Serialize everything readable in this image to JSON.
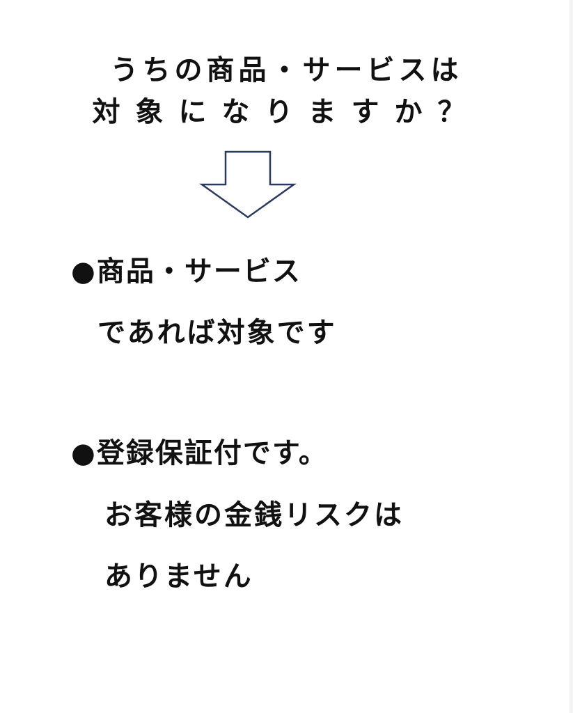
{
  "title": {
    "line1": "うちの商品・サービスは",
    "line2": "対象になりますか？"
  },
  "arrow_icon": "down-arrow-icon",
  "arrow_color": "#2b3a5c",
  "bullet_symbol": "●",
  "points": [
    {
      "lines": [
        "商品・サービス",
        "であれば対象です"
      ]
    },
    {
      "lines": [
        "登録保証付です。",
        "お客様の金銭リスクは",
        "ありません"
      ]
    }
  ]
}
